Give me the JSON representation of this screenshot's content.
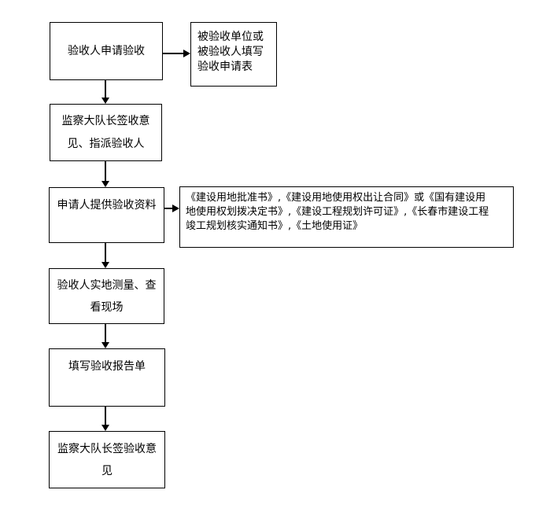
{
  "colors": {
    "background": "#ffffff",
    "line": "#000000",
    "text": "#000000"
  },
  "boxes": {
    "apply_acceptance": {
      "text": "验收人申请验收"
    },
    "fill_application_form": {
      "lines": [
        "被验收单位或",
        "被验收人填写",
        "验收申请表"
      ]
    },
    "leader_sign_assign": {
      "lines": [
        "监察大队长签收意",
        "见、指派验收人"
      ]
    },
    "provide_materials": {
      "text": "申请人提供验收资料"
    },
    "required_documents": {
      "lines": [
        "《建设用地批准书》,《建设用地使用权出让合同》或《国有建设用",
        "地使用权划拨决定书》,《建设工程规划许可证》,《长春市建设工程",
        "竣工规划核实通知书》,《土地使用证》"
      ]
    },
    "site_inspection": {
      "lines": [
        "验收人实地测量、查",
        "看现场"
      ]
    },
    "fill_report": {
      "text": "填写验收报告单"
    },
    "leader_sign_opinion": {
      "lines": [
        "监察大队长签验收意",
        "见"
      ]
    }
  },
  "connectors": [
    {
      "from": "apply_acceptance",
      "to": "fill_application_form",
      "direction": "right"
    },
    {
      "from": "apply_acceptance",
      "to": "leader_sign_assign",
      "direction": "down"
    },
    {
      "from": "leader_sign_assign",
      "to": "provide_materials",
      "direction": "down"
    },
    {
      "from": "provide_materials",
      "to": "required_documents",
      "direction": "right"
    },
    {
      "from": "provide_materials",
      "to": "site_inspection",
      "direction": "down"
    },
    {
      "from": "site_inspection",
      "to": "fill_report",
      "direction": "down"
    },
    {
      "from": "fill_report",
      "to": "leader_sign_opinion",
      "direction": "down"
    }
  ]
}
